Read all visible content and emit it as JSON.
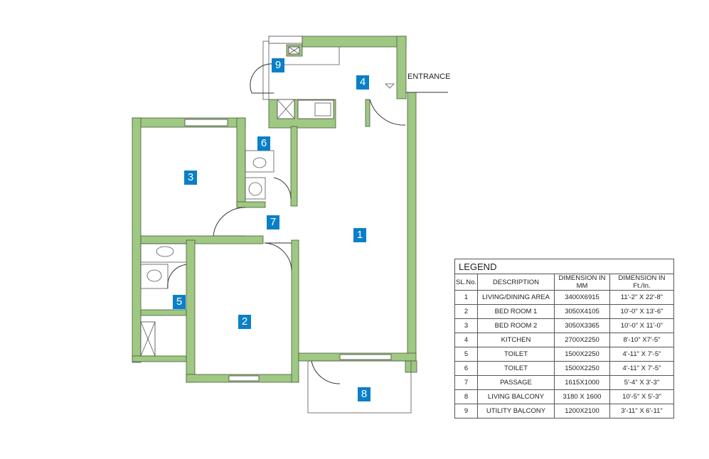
{
  "plan": {
    "entrance_label": "ENTRANCE",
    "room_labels": [
      "1",
      "2",
      "3",
      "4",
      "5",
      "6",
      "7",
      "8",
      "9"
    ],
    "colors": {
      "wall": "#9fc882",
      "label": "#0a7fc9"
    }
  },
  "legend": {
    "title": "LEGEND",
    "headers": [
      "SL.No.",
      "DESCRIPTION",
      "DIMENSION IN MM",
      "DIMENSION IN Ft./In."
    ],
    "rows": [
      [
        "1",
        "LIVING/DINING AREA",
        "3400X6915",
        "11'-2\" X 22'-8\""
      ],
      [
        "2",
        "BED ROOM 1",
        "3050X4105",
        "10'-0\" X 13'-6\""
      ],
      [
        "3",
        "BED ROOM 2",
        "3050X3365",
        "10'-0\" X 11'-0\""
      ],
      [
        "4",
        "KITCHEN",
        "2700X2250",
        "8'-10\" X7'-5\""
      ],
      [
        "5",
        "TOILET",
        "1500X2250",
        "4'-11\" X 7'-5\""
      ],
      [
        "6",
        "TOILET",
        "1500X2250",
        "4'-11\" X 7'-5\""
      ],
      [
        "7",
        "PASSAGE",
        "1615X1000",
        "5'-4\" X 3'-3\""
      ],
      [
        "8",
        "LIVING BALCONY",
        "3180 X 1600",
        "10'-5\" X 5'-3\""
      ],
      [
        "9",
        "UTILITY BALCONY",
        "1200X2100",
        "3'-11\" X 6'-11\""
      ]
    ]
  }
}
